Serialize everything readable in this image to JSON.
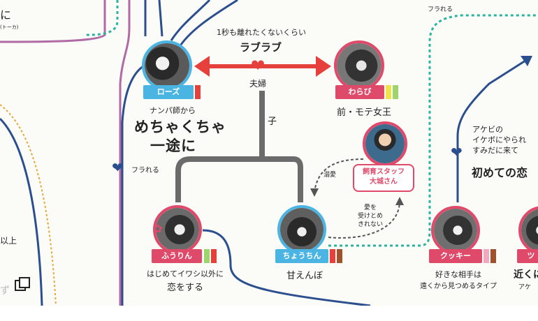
{
  "colors": {
    "red_arrow": "#e5403b",
    "teal_dashed": "#2bb3a0",
    "navy_line": "#2b4f8e",
    "grey_tree": "#6b6b6b",
    "blue_tag": "#4ab4e3",
    "pink_tag": "#e04a6a",
    "heart_red": "#e5403b",
    "broken_heart_blue": "#2b4f8e",
    "purple_line": "#b06aa6"
  },
  "top_labels": {
    "left_fragment": "に",
    "left_fragment_small": "(トーカ)",
    "top_right_fragment": "フラれる"
  },
  "relationship": {
    "above": "1秒も離れたくないくらい",
    "main": "ラブラブ",
    "below": "夫婦",
    "child": "子",
    "heart_icon": "heart-icon"
  },
  "rose": {
    "name": "ローズ",
    "caption_small": "ナンパ師から",
    "caption_big1": "めちゃくちゃ",
    "caption_big2": "一途に"
  },
  "warabi": {
    "name": "わらび",
    "caption": "前・モテ女王"
  },
  "furareru": "フラれる",
  "staff": {
    "line1": "飼育スタッフ",
    "line2": "大城さん"
  },
  "dekiai": "溺愛",
  "ai_wo": {
    "l1": "愛を",
    "l2": "受けとめ",
    "l3": "きれない"
  },
  "furin": {
    "name": "ふうりん",
    "caption1": "はじめてイワシ以外に",
    "caption2": "恋をする"
  },
  "chochin": {
    "name": "ちょうちん",
    "caption": "甘えんぼ"
  },
  "akebi": {
    "l1": "アケビの",
    "l2": "イケボにやられ",
    "l3": "すみだに来て",
    "l4": "初めての恋"
  },
  "cookie": {
    "name": "クッキー",
    "caption1": "好きな相手は",
    "caption2": "遠くから見つめるタイプ"
  },
  "far_right": {
    "name_fragment": "ツ",
    "caption1": "近くに",
    "caption2": "アケ"
  },
  "left_side": {
    "fragment1": "以上",
    "fragment2": "ず"
  }
}
